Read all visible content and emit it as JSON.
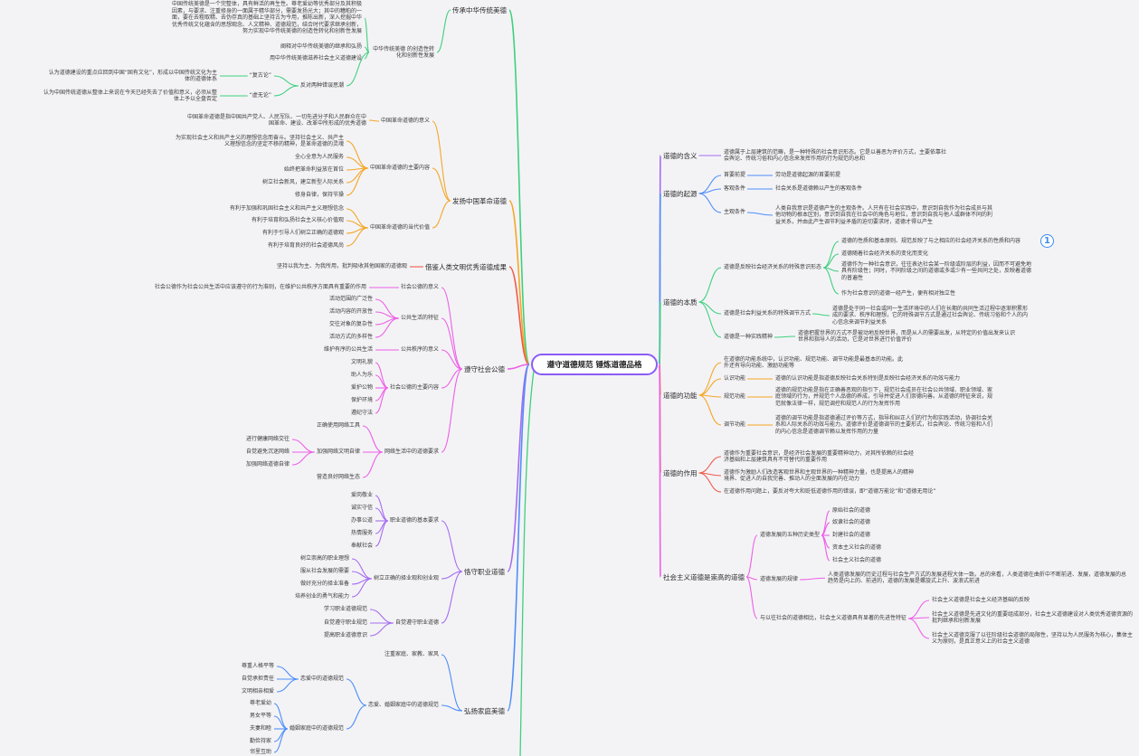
{
  "colors": {
    "purple": "#a66cf0",
    "blue": "#4f8ef7",
    "green": "#3fd07c",
    "orange": "#f5a623",
    "red": "#f05a48",
    "pink": "#ee5fe6",
    "center_border": "#8b5cf6"
  },
  "badge": "1",
  "nodes": {
    "c": "遵守道德规范 锤炼道德品格",
    "r1": "道德的含义",
    "r1a": "道德属于上层建筑的范畴，是一种特殊的社会意识形态。它是以善恶为评价方式，主要依靠社会舆论、传统习俗和内心信念来发挥作用的行为规范的总和",
    "r2": "道德的起源",
    "r2a": "首要前提",
    "r2a1": "劳动是道德起源的首要前提",
    "r2b": "客观条件",
    "r2b1": "社会关系是道德赖以产生的客观条件",
    "r2c": "主观条件",
    "r2c1": "人类自我意识是道德产生的主观条件。人只有在社会实践中，意识到自我作为社会成员与其他动物的根本区别，意识到自我在社会中的角色与地位，意识到自我与他人或群体不同的利益关系，并由此产生调节利益矛盾的迫切要求时，道德才得以产生",
    "r3": "道德的本质",
    "r3a": "道德是反映社会经济关系的特殊意识形态",
    "r3a1": "道德的性质和基本原则、规范反映了与之相应的社会经济关系的性质和内容",
    "r3a2": "道德随着社会经济关系的变化而变化",
    "r3a3": "道德作为一种社会意识，往往表达社会某一阶级或阶层的利益，因而不可避免地具有阶级性；同时，不同阶级之间的道德或多或少有一些共同之处，反映着道德的普遍性",
    "r3a4": "作为社会意识的道德一经产生，便有相对独立性",
    "r3b": "道德是社会利益关系的特殊调节方式",
    "r3b1": "道德是处于同一社会或同一生活环境中的人们在长期的共同生活过程中逐渐积累形成的要求、秩序和理想，它的特殊调节方式是通过社会舆论、传统习俗和个人的内心信念来调节利益关系",
    "r3c": "道德是一种实践精神",
    "r3c1": "道德把握世界的方式不是被动地反映世界，而是从人的需要出发，从特定的价值出发来认识世界和指导人的活动，它是对世界进行价值评价",
    "r4": "道德的功能",
    "r4a": "在道德的功能系统中，认识功能、规范功能、调节功能是最基本的功能。此外还有导向功能、激励功能等",
    "r4b": "认识功能",
    "r4b1": "道德的认识功能是指道德反映社会关系特别是反映社会经济关系的功效与能力",
    "r4c": "规范功能",
    "r4c1": "道德的规范功能是指在正确善恶观的指引下，规范社会成员在社会公共领域、职业领域、家庭领域的行为，并规范个人品德的养成，引导并促进人们崇德向善。从道德的特征来说，规范就像法律一样，规范调控和规范人的行为发挥作用",
    "r4d": "调节功能",
    "r4d1": "道德的调节功能是指道德通过评价等方式，指导和纠正人们的行为和实践活动，协调社会关系和人际关系的功效与能力。道德评价是道德调节的主要形式，社会舆论、传统习俗和人们的内心信念是道德调节赖以发挥作用的力量",
    "r5": "道德的作用",
    "r5a": "道德作为重要社会意识，是经济社会发展的重要精神动力，对其所依赖的社会经济基础和上层建筑具有不可替代的重要作用",
    "r5b": "道德作为激励人们改造客观世界和主观世界的一种精神力量，也是提高人的精神境界、促进人的自我完善、推动人的全面发展的内在动力",
    "r5c": "在道德作用问题上，要反对夸大和贬低道德作用的错误，即“道德万能论”和“道德无用论”",
    "r6": "社会主义道德是崇高的道德",
    "r6a": "道德发展的五种历史类型",
    "r6a1": "原始社会的道德",
    "r6a2": "奴隶社会的道德",
    "r6a3": "封建社会的道德",
    "r6a4": "资本主义社会的道德",
    "r6a5": "社会主义社会的道德",
    "r6b": "道德发展的规律",
    "r6b1": "人类道德发展的历史过程与社会生产方式的发展进程大体一致。总的来看，人类道德在曲折中不断前进、发展，道德发展的总趋势是向上的、前进的，道德的发展是螺旋式上升、波浪式前进",
    "r6c": "与以往社会的道德相比，社会主义道德具有显著的先进性特征",
    "r6c1": "社会主义道德是社会主义经济基础的反映",
    "r6c2": "社会主义道德是先进文化的重要组成部分，社会主义道德建设对人类优秀道德资源的批判继承和创新发展",
    "r6c3": "社会主义道德克服了以往阶级社会道德的局限性，坚持以为人民服务为核心，集体主义为原则，是真正意义上的社会主义道德",
    "l1": "传承中华传统美德",
    "l1a": "中华传统美德 的创造性转化和创新性发展",
    "l1a1": "中国传统美德是一个完整体，具有鲜活的再生性。尊老爱幼等优秀部分及其积极因素，与要求、注重修身的一面属于精华部分，需要发扬光大；其中的糟粕的一面，要在去粗取精、去伪存真的基础上坚持古为今用，推陈出新，深入挖掘中华优秀传统文化蕴含的思想观念、人文精神、道德规范，结合时代要求继承创新，努力实现中华传统美德的创造性转化和创新性发展",
    "l1a2": "阐释对中华传统美德的继承和弘扬",
    "l1a3": "用中华传统美德滋养社会主义道德建设",
    "l1a4": "反对两种错误思潮",
    "l1a4a": "“复古论”",
    "l1a4a1": "认为道德建设的重点应回到中国“固有文化”，形成以中国传统文化为主体的道德体系",
    "l1a4b": "“虚无论”",
    "l1a4b1": "认为中国传统道德从整体上来说在今天已经失去了价值和意义，必须从整体上予以全盘否定",
    "l2": "发扬中国革命道德",
    "l2a": "中国革命道德的意义",
    "l2a1": "中国革命道德是指中国共产党人、人民军队、一切先进分子和人民群众在中国革命、建设、改革中所形成的优秀道德",
    "l2b": "中国革命道德的主要内容",
    "l2b1": "为实现社会主义和共产主义的理想信念而奋斗。坚持社会主义、共产主义理想信念的坚定不移的精神，是革命道德的灵魂",
    "l2b2": "全心全意为人民服务",
    "l2b3": "始终把革命利益放在首位",
    "l2b4": "树立社会新风，建立新型人际关系",
    "l2b5": "修身自律，保持节操",
    "l2c": "中国革命道德的当代价值",
    "l2c1": "有利于加强和巩固社会主义和共产主义理想信念",
    "l2c2": "有利于培育和弘扬社会主义核心价值观",
    "l2c3": "有利于引导人们树立正确的道德观",
    "l2c4": "有利于培育良好的社会道德风尚",
    "l3": "借鉴人类文明优秀道德成果",
    "l3a": "坚持以我为主、为我所用，批判吸收其他国家的道德观",
    "l4": "遵守社会公德",
    "l4a": "社会公德的意义",
    "l4a1": "社会公德作为社会公共生活中应该遵守的行为准则，在维护公共秩序方面具有重要的作用",
    "l4b": "公共生活的特征",
    "l4b1": "活动范围的广泛性",
    "l4b2": "活动内容的开放性",
    "l4b3": "交往对象的复杂性",
    "l4b4": "活动方式的多样性",
    "l4c": "公共秩序的意义",
    "l4c1": "维护有序的公共生活",
    "l4d": "社会公德的主要内容",
    "l4d1": "文明礼貌",
    "l4d2": "助人为乐",
    "l4d3": "爱护公物",
    "l4d4": "保护环境",
    "l4d5": "遵纪守法",
    "l4e": "网络生活中的道德要求",
    "l4e1": "正确使用网络工具",
    "l4e2": "加强网络文明自律",
    "l4e2a": "进行健康网络交往",
    "l4e2b": "自觉避免沉迷网络",
    "l4e2c": "加强网络道德自律",
    "l4e3": "营造良好网络生态",
    "l5": "恪守职业道德",
    "l5a": "职业道德的基本要求",
    "l5a1": "爱岗敬业",
    "l5a2": "诚实守信",
    "l5a3": "办事公道",
    "l5a4": "热情服务",
    "l5a5": "奉献社会",
    "l5b": "树立正确的择业观和创业观",
    "l5b1": "树立崇高的职业理想",
    "l5b2": "服从社会发展的需要",
    "l5b3": "做好充分的择业准备",
    "l5b4": "培养创业的勇气和能力",
    "l5c": "自觉遵守职业道德",
    "l5c1": "学习职业道德规范",
    "l5c2": "自觉遵守职业规范",
    "l5c3": "提高职业道德意识",
    "l6": "弘扬家庭美德",
    "l6a": "注重家庭、家教、家风",
    "l6b": "恋爱、婚姻家庭中的道德规范",
    "l6b1": "恋爱中的道德规范",
    "l6b1a": "尊重人格平等",
    "l6b1b": "自觉承担责任",
    "l6b1c": "文明相亲相爱",
    "l6b2": "婚姻家庭中的道德规范",
    "l6b2a": "尊老爱幼",
    "l6b2b": "男女平等",
    "l6b2c": "夫妻和睦",
    "l6b2d": "勤俭持家",
    "l6b2e": "邻里互助"
  }
}
